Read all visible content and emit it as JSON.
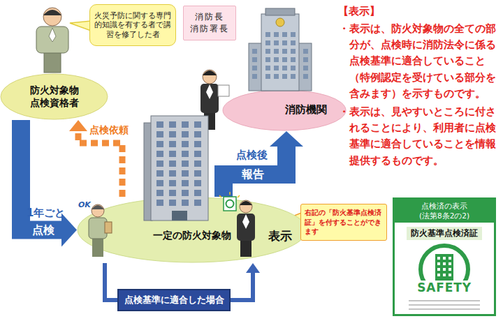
{
  "diagram": {
    "nodes": [
      {
        "text": [
          "防火対象物 点検資格者"
        ]
      },
      {
        "text": [
          "火災予防に関する専門的知識を有する者で講習を修了した者"
        ]
      },
      {
        "text": [
          "消防長 消防署長"
        ]
      },
      {
        "text": [
          "消防機関"
        ]
      },
      {
        "text": [
          "一定の防火対象物"
        ]
      },
      {
        "text": [
          "点検基準に適合した場合"
        ]
      },
      {
        "text": [
          "右記の「防火基準点検済証」を付することができます"
        ]
      },
      {
        "text": [
          "点検済の表示 (法第8条2の2)",
          "防火基準点検済証",
          "SAFETY"
        ]
      }
    ],
    "edges": [
      {
        "from": 0,
        "to": 4,
        "label": "点検",
        "arrow": "to"
      },
      {
        "from": 4,
        "to": 0,
        "label": "点検依頼",
        "arrow": "to"
      },
      {
        "from": 4,
        "to": 3,
        "label": "報告",
        "arrow": "to"
      },
      {
        "from": 4,
        "to": 5,
        "arrow": "none"
      },
      {
        "from": 5,
        "to": 4,
        "arrow": "to"
      }
    ],
    "labels": [
      "1年ごと",
      "点検後",
      "表示",
      "OK",
      "【表示】",
      "・表示は、防火対象物の全ての部分が、点検時に消防法令に係る点検基準に適合していること（特例認定を受けている部分を含みます）を示すものです。",
      "・表示は、見やすいところに付されることにより、利用者に点検基準に適合していることを情報提供するものです。"
    ]
  }
}
